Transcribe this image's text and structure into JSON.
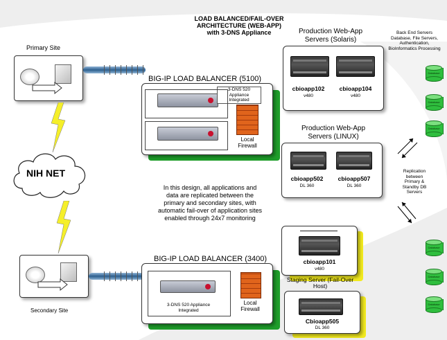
{
  "header": {
    "title_line1": "LOAD BALANCED/FAIL-OVER",
    "title_line2": "ARCHITECTURE (WEB-APP)",
    "title_line3": "with 3-DNS Appliance"
  },
  "primary_site": {
    "label": "Primary Site"
  },
  "secondary_site": {
    "label": "Secondary Site"
  },
  "nih_net": {
    "label": "NIH NET"
  },
  "lb_primary": {
    "title": "BIG-IP LOAD BALANCER (5100)",
    "dns_label_line1": "3-DNS 520",
    "dns_label_line2": "Appliance",
    "dns_label_line3": "Integrated",
    "firewall_line1": "Local",
    "firewall_line2": "Firewall"
  },
  "lb_secondary": {
    "title": "BIG-IP LOAD BALANCER (3400)",
    "dns_label_line1": "3-DNS 520 Appliance",
    "dns_label_line2": "Integrated",
    "firewall_line1": "Local",
    "firewall_line2": "Firewall"
  },
  "solaris": {
    "title_line1": "Production Web-App",
    "title_line2": "Servers (Solaris)",
    "servers": [
      {
        "name": "cbioapp102",
        "model": "v480"
      },
      {
        "name": "cbioapp104",
        "model": "v480"
      }
    ]
  },
  "linux": {
    "title_line1": "Production Web-App",
    "title_line2": "Servers (LINUX)",
    "servers": [
      {
        "name": "cbioapp502",
        "model": "DL 360"
      },
      {
        "name": "cbioapp507",
        "model": "DL 360"
      }
    ]
  },
  "staging": {
    "server1": {
      "name": "cbioapp101",
      "model": "v480"
    },
    "label_line1": "Staging Server (Fail-Over",
    "label_line2": "Host)",
    "server2": {
      "name": "Cbioapp505",
      "model": "DL 360"
    }
  },
  "backend": {
    "line1": "Back End Servers",
    "line2": "Database, File Servers,",
    "line3": "Authentication,",
    "line4": "BioInformatics Processing"
  },
  "replication": {
    "line1": "Replication",
    "line2": "between",
    "line3": "Primary &",
    "line4": "Standby DB",
    "line5": "Servers"
  },
  "description": {
    "line1": "In this design, all applications and",
    "line2": "data are replicated between the",
    "line3": "primary and secondary sites, with",
    "line4": "automatic fail-over of application sites",
    "line5": "enabled through 24x7 monitoring"
  },
  "database_label": "Database",
  "colors": {
    "green": "#1f9e2b",
    "yellow": "#f2ea1f",
    "pipe": "#2d5f8e"
  }
}
